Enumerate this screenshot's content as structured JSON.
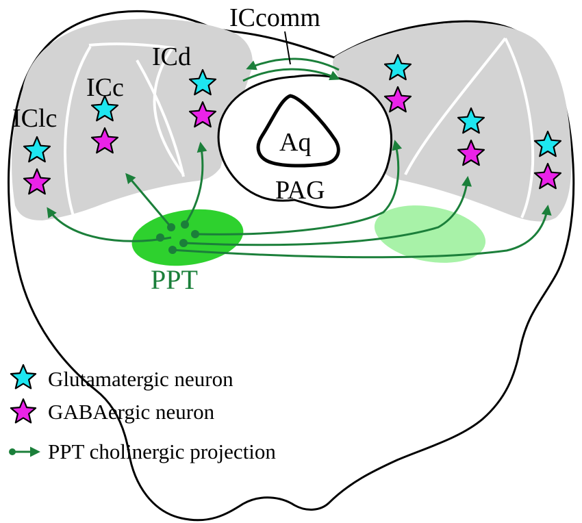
{
  "colors": {
    "glutamatergic": "#1ee6f0",
    "gabaergic": "#ea23e8",
    "projection": "#1b7f3a",
    "ppt_active": "#2ed12e",
    "ppt_contralateral": "#a8f2a8",
    "colliculus_fill": "#d3d3d3",
    "outline": "#000000"
  },
  "labels": {
    "iccomm": "ICcomm",
    "icd": "ICd",
    "icc": "ICc",
    "iclc": "IClc",
    "aq": "Aq",
    "pag": "PAG",
    "ppt": "PPT"
  },
  "legend": {
    "items": [
      {
        "icon": "cyan-star-icon",
        "label": "Glutamatergic neuron"
      },
      {
        "icon": "magenta-star-icon",
        "label": "GABAergic neuron"
      },
      {
        "icon": "projection-arrow-icon",
        "label": "PPT cholinergic projection"
      }
    ]
  }
}
